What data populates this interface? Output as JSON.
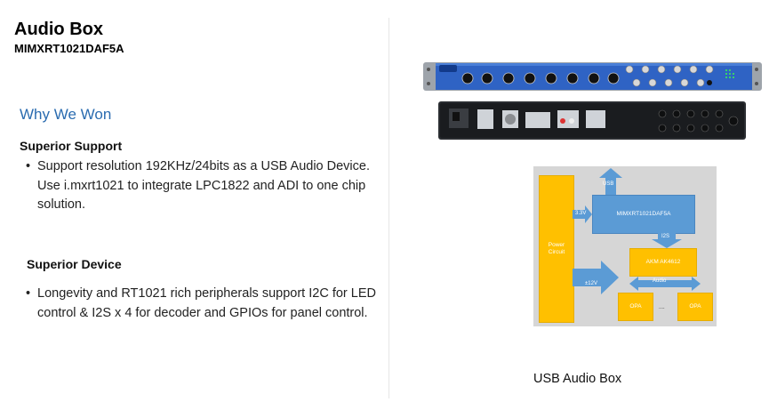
{
  "header": {
    "title": "Audio Box",
    "subtitle": "MIMXRT1021DAF5A"
  },
  "section": {
    "heading": "Why We Won"
  },
  "support": {
    "heading": "Superior Support",
    "bullet": "Support resolution 192KHz/24bits as a USB Audio Device. Use i.mxrt1021 to integrate LPC1822 and ADI to one chip solution."
  },
  "device": {
    "heading": "Superior Device",
    "bullet": "Longevity and RT1021 rich peripherals support I2C for LED control & I2S x 4 for decoder and GPIOs for panel control."
  },
  "bullet_glyph": "•",
  "diagram": {
    "power": "Power Circuit",
    "mcu": "MIMXRT1021DAF5A",
    "usb": "USB",
    "v33": "3.3V",
    "i2s": "I2S",
    "akm": "AKM AK4612",
    "audio": "Audio",
    "v12": "±12V",
    "opa1": "OPA",
    "opa2": "OPA",
    "dots": "...."
  },
  "caption": "USB Audio Box",
  "colors": {
    "heading_blue": "#2b6cb0",
    "diagram_blue": "#5b9bd5",
    "diagram_amber": "#ffc000",
    "diagram_bg": "#d6d6d6"
  }
}
